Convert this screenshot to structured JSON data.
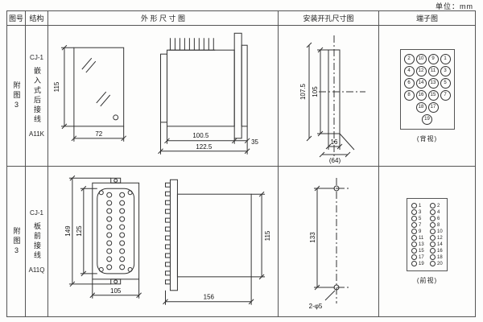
{
  "unit_label": "单位：mm",
  "headers": {
    "fig_no": "图号",
    "structure": "结构",
    "outline": "外 形 尺 寸 图",
    "mounting": "安装开孔尺寸图",
    "terminal": "端子图"
  },
  "row1": {
    "fig_no": "附图3",
    "model": "CJ-1",
    "structure": "嵌入式后接线",
    "code": "A11K",
    "dims": {
      "front_h": "115",
      "front_w": "72",
      "side_w": "100.5",
      "side_total": "122.5",
      "flange": "35"
    },
    "mount": {
      "outer_h": "107.5",
      "inner_h": "105",
      "slot_w": "16",
      "ref_w": "(64)"
    },
    "terminals": [
      [
        "2",
        "10",
        "9",
        "1"
      ],
      [
        "4",
        "12",
        "11",
        "3"
      ],
      [
        "6",
        "14",
        "13",
        "5"
      ],
      [
        "8",
        "16",
        "15",
        "7"
      ],
      [
        "18",
        "17"
      ],
      [
        "19"
      ]
    ],
    "view_label": "(背视)"
  },
  "row2": {
    "fig_no": "附图3",
    "model": "CJ-1",
    "structure": "板前接线",
    "code": "A11Q",
    "dims": {
      "front_h_outer": "149",
      "front_h_inner": "125",
      "front_w": "105",
      "side_w": "156",
      "side_h": "115"
    },
    "mount": {
      "hole_dist": "133",
      "hole_label": "2-φ5"
    },
    "terminal_pairs": [
      [
        "1",
        "2"
      ],
      [
        "3",
        "4"
      ],
      [
        "5",
        "6"
      ],
      [
        "7",
        "8"
      ],
      [
        "9",
        "10"
      ],
      [
        "11",
        "12"
      ],
      [
        "13",
        "14"
      ],
      [
        "15",
        "16"
      ],
      [
        "17",
        "18"
      ],
      [
        "19",
        "20"
      ]
    ],
    "view_label": "(前视)"
  }
}
